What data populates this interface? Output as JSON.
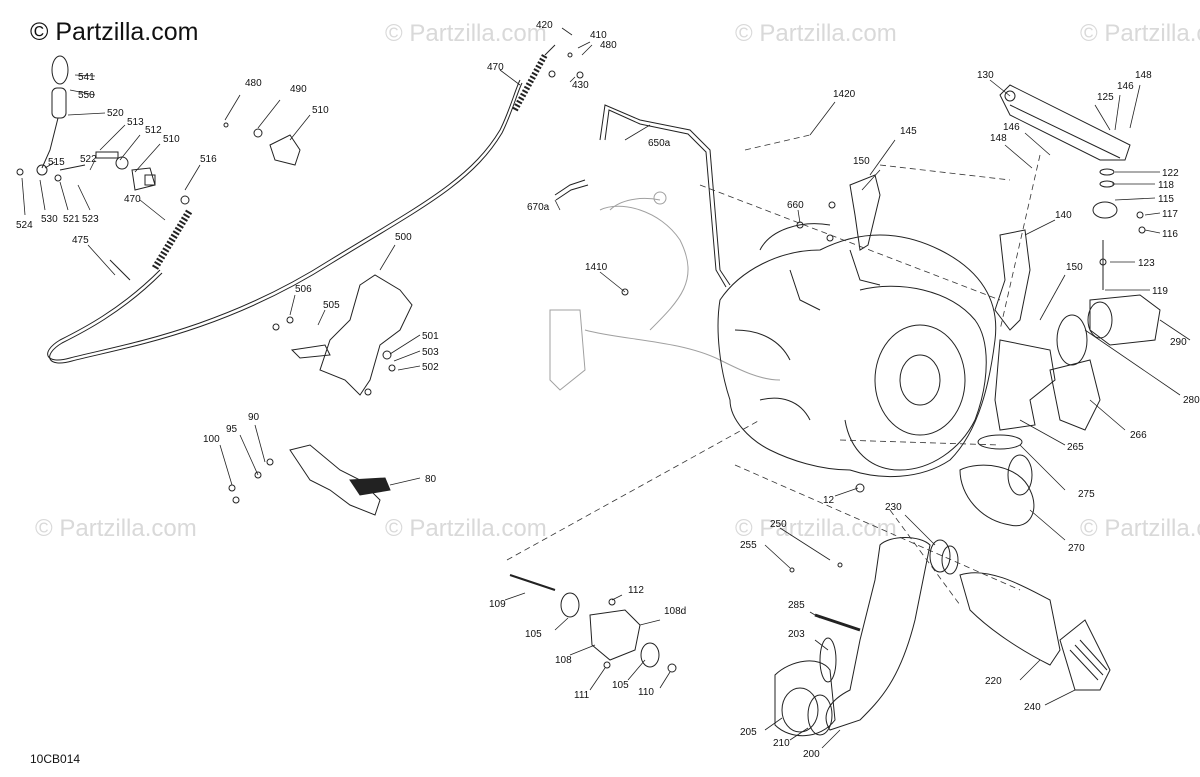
{
  "watermark": {
    "main": "© Partzilla.com",
    "faint": "© Partzilla.com"
  },
  "reference_code": "10CB014",
  "callouts": [
    "420",
    "410",
    "480",
    "470",
    "430",
    "480",
    "490",
    "510",
    "541",
    "550",
    "520",
    "513",
    "512",
    "510",
    "522",
    "516",
    "515",
    "524",
    "530",
    "521",
    "523",
    "470",
    "475",
    "500",
    "506",
    "505",
    "501",
    "503",
    "502",
    "90",
    "95",
    "100",
    "80",
    "650a",
    "670a",
    "1420",
    "145",
    "150",
    "660",
    "1410",
    "140",
    "150",
    "130",
    "148",
    "146",
    "125",
    "146",
    "148",
    "122",
    "118",
    "115",
    "117",
    "116",
    "123",
    "119",
    "290",
    "280",
    "266",
    "265",
    "275",
    "270",
    "12",
    "230",
    "250",
    "255",
    "109",
    "112",
    "108d",
    "105",
    "108",
    "105",
    "111",
    "110",
    "285",
    "203",
    "205",
    "210",
    "200",
    "220",
    "240"
  ],
  "colors": {
    "line": "#222222",
    "ghost": "#9a9a9a",
    "dash": "#333333",
    "watermark": "#d9d9d9"
  }
}
